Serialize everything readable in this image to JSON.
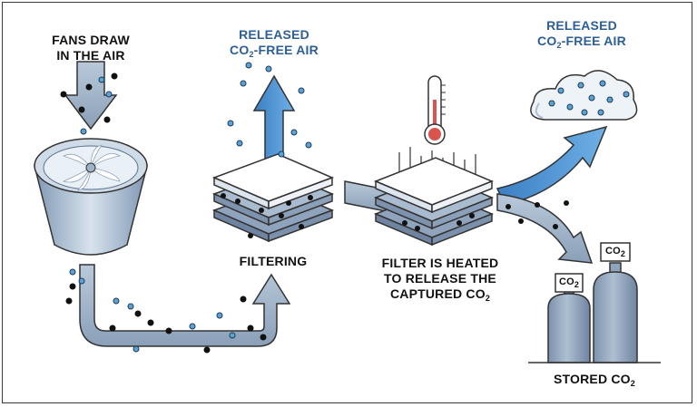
{
  "labels": {
    "fans_line1": "FANS DRAW",
    "fans_line2": "IN THE AIR",
    "released1_line1": "RELEASED",
    "released1_line2_pre": "CO",
    "released1_line2_sub": "2",
    "released1_line2_post": "-FREE AIR",
    "released2_line1": "RELEASED",
    "released2_line2_pre": "CO",
    "released2_line2_sub": "2",
    "released2_line2_post": "-FREE AIR",
    "filtering": "FILTERING",
    "heated_line1": "FILTER IS HEATED",
    "heated_line2": "TO RELEASE THE",
    "heated_line3_pre": "CAPTURED CO",
    "heated_line3_sub": "2",
    "tank_small_pre": "CO",
    "tank_small_sub": "2",
    "tank_large_pre": "CO",
    "tank_large_sub": "2",
    "stored_pre": "STORED CO",
    "stored_sub": "2"
  },
  "colors": {
    "pipe": "#9fb3c8",
    "pipe_dark": "#6f88a3",
    "blue_arrow": "#4a8fd0",
    "label_blue": "#2d5f94",
    "co2_particle": "#111111",
    "air_particle": "#5ba3d6",
    "tank": "#8fa3bc",
    "thermometer_bulb": "#d9534f"
  },
  "icons": [
    "fan-icon",
    "filter-stack-icon",
    "thermometer-icon",
    "cloud-icon",
    "gas-tank-icon"
  ]
}
